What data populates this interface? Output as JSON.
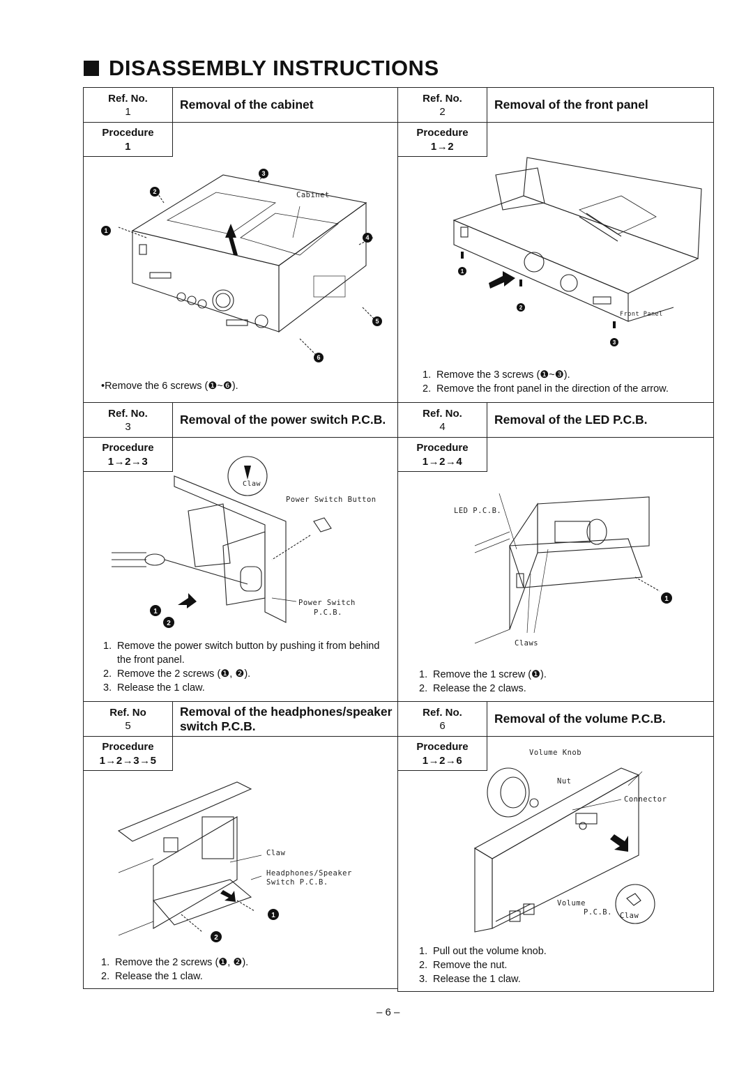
{
  "title": "DISASSEMBLY INSTRUCTIONS",
  "ref_label": "Ref. No.",
  "ref_label_alt": "Ref. No",
  "procedure_label": "Procedure",
  "page_number": "– 6 –",
  "panels": [
    {
      "ref": "1",
      "heading": "Removal of the cabinet",
      "procedure": "1",
      "labels": [
        "Cabinet"
      ],
      "steps": [
        "•Remove the 6 screws (❶~❻)."
      ]
    },
    {
      "ref": "2",
      "heading": "Removal of the front panel",
      "procedure": "1→2",
      "labels": [
        "Front Panel"
      ],
      "steps": [
        "Remove the 3 screws (❶~❸).",
        "Remove the front panel in the direction of the arrow."
      ]
    },
    {
      "ref": "3",
      "heading": "Removal of the power switch P.C.B.",
      "procedure": "1→2→3",
      "labels": [
        "Claw",
        "Power Switch Button",
        "Power Switch",
        "P.C.B."
      ],
      "steps": [
        "Remove the power switch button by pushing it from behind the front panel.",
        "Remove the 2 screws (❶, ❷).",
        "Release the 1 claw."
      ]
    },
    {
      "ref": "4",
      "heading": "Removal of the LED P.C.B.",
      "procedure": "1→2→4",
      "labels": [
        "LED P.C.B.",
        "Claws"
      ],
      "steps": [
        "Remove the 1 screw (❶).",
        "Release the 2 claws."
      ]
    },
    {
      "ref": "5",
      "heading": "Removal of the headphones/speaker switch P.C.B.",
      "procedure": "1→2→3→5",
      "labels": [
        "Claw",
        "Headphones/Speaker",
        "Switch P.C.B."
      ],
      "steps": [
        "Remove the 2 screws (❶, ❷).",
        "Release the 1 claw."
      ]
    },
    {
      "ref": "6",
      "heading": "Removal of the volume P.C.B.",
      "procedure": "1→2→6",
      "labels": [
        "Volume Knob",
        "Nut",
        "Connector",
        "Volume",
        "P.C.B.",
        "Claw"
      ],
      "steps": [
        "Pull out the volume knob.",
        "Remove the nut.",
        "Release the 1 claw."
      ]
    }
  ]
}
